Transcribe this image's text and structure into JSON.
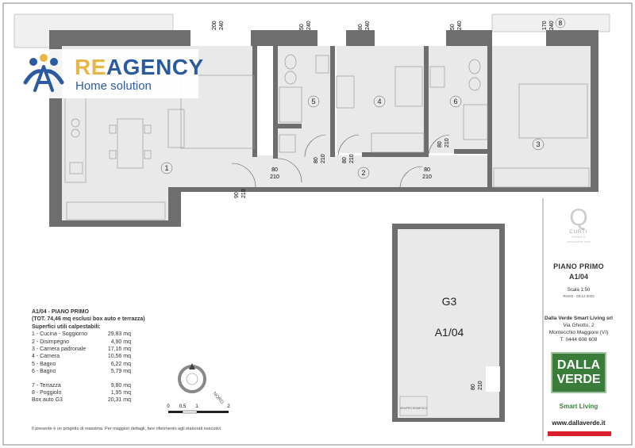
{
  "brand": {
    "re": "RE",
    "agency": "AGENCY",
    "subtitle": "Home solution",
    "accent": "#e8b547",
    "primary": "#2c5aa0"
  },
  "plan": {
    "rooms": [
      {
        "id": "room-1",
        "num": "1"
      },
      {
        "id": "room-2",
        "num": "2"
      },
      {
        "id": "room-3",
        "num": "3"
      },
      {
        "id": "room-4",
        "num": "4"
      },
      {
        "id": "room-5",
        "num": "5"
      },
      {
        "id": "room-6",
        "num": "6"
      }
    ],
    "top_dims": [
      {
        "w": "200",
        "h": "240"
      },
      {
        "w": "50",
        "h": "240"
      },
      {
        "w": "80",
        "h": "240"
      },
      {
        "w": "50",
        "h": "240"
      },
      {
        "w": "170",
        "h": "240"
      }
    ],
    "balcony_num": "8",
    "door_dims": [
      {
        "w": "80",
        "h": "210"
      },
      {
        "w": "80",
        "h": "210"
      },
      {
        "w": "80",
        "h": "210"
      },
      {
        "w": "80",
        "h": "210"
      },
      {
        "w": "80",
        "h": "210"
      },
      {
        "w": "90",
        "h": "210"
      },
      {
        "w": "80",
        "h": "210"
      }
    ],
    "garage": {
      "label": "G3",
      "unit": "A1/04",
      "door_w": "80",
      "door_h": "210",
      "group_label": "GRUPPO ERMETICO"
    }
  },
  "legend": {
    "title": "A1/04 - PIANO PRIMO",
    "total": "(TOT. 74,46 mq esclusi box auto e terrazza)",
    "subtitle": "Superfici utili calpestabili:",
    "items": [
      {
        "name": "1 - Cucina - Soggiorno",
        "area": "29,83 mq"
      },
      {
        "name": "2 - Disimpegno",
        "area": "4,90 mq"
      },
      {
        "name": "3 - Camera padronale",
        "area": "17,16 mq"
      },
      {
        "name": "4 - Camera",
        "area": "10,56 mq"
      },
      {
        "name": "5 - Bagno",
        "area": "6,22 mq"
      },
      {
        "name": "6 - Bagno",
        "area": "5,79 mq"
      }
    ],
    "extras": [
      {
        "name": "7 - Terrazza",
        "area": "9,80 mq"
      },
      {
        "name": "8 - Poggiolo",
        "area": "1,95 mq"
      },
      {
        "name": "Box auto G3",
        "area": "20,31 mq"
      }
    ]
  },
  "compass": {
    "label": "NORD"
  },
  "scale_bar": {
    "ticks": [
      "0",
      "0,5",
      "1",
      "2"
    ]
  },
  "footnote": "Il presente è un progetto di massima. Per maggiori dettagli, fare riferimento agli elaborati esecutivi",
  "title_block": {
    "curti": "CURTI",
    "curti_sub": "HOMES",
    "curti_tag": "LIMITED EDITION LIVING",
    "piano": "PIANO PRIMO",
    "unit": "A1/04",
    "scale": "Scala 1:50",
    "rev": "Rev02 - 03.12.2024",
    "company": "Dalla Verde Smart Living srl",
    "street": "Via Ghiotto, 2",
    "city": "Montecchio Maggiore (VI)",
    "phone": "T. 0444 608 608",
    "logo_l1": "DALLA",
    "logo_l2": "VERDE",
    "smart": "Smart Living",
    "web": "www.dallaverde.it",
    "brand_green": "#3a7d3a",
    "brand_red": "#d91e2a"
  }
}
